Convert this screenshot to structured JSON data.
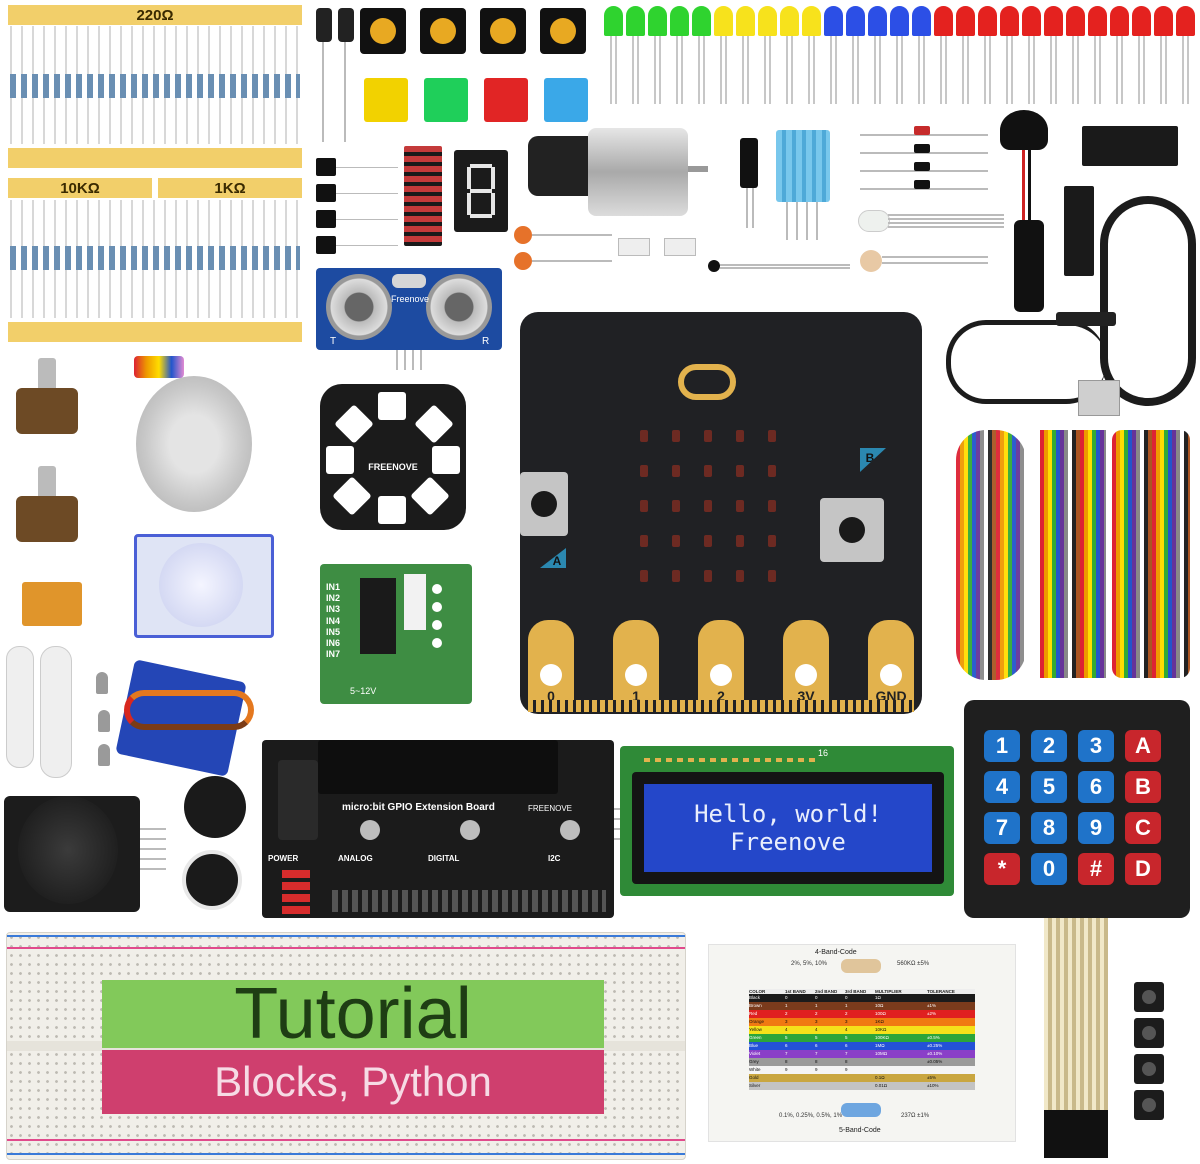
{
  "resistors": {
    "top_label": "220Ω",
    "left_label": "10KΩ",
    "right_label": "1KΩ"
  },
  "cap_colors": [
    "#f2d200",
    "#1fcf5a",
    "#e12525",
    "#3aa8e8"
  ],
  "led_colors": {
    "green": "#2fd32f",
    "yellow": "#f7e21c",
    "blue": "#2c4fe6",
    "red": "#e4221f"
  },
  "ultrasonic": {
    "brand": "Freenove",
    "pin_t": "T",
    "pin_r": "R"
  },
  "led_ring": {
    "brand": "FREENOVE"
  },
  "microbit": {
    "button_a": "A",
    "button_b": "B",
    "pins": [
      "0",
      "1",
      "2",
      "3V",
      "GND"
    ]
  },
  "stepper_driver": {
    "inputs": [
      "IN1",
      "IN2",
      "IN3",
      "IN4",
      "IN5",
      "IN6",
      "IN7"
    ],
    "voltage": "5~12V"
  },
  "extension_board": {
    "title": "micro:bit GPIO Extension Board",
    "brand": "FREENOVE",
    "groups": [
      "POWER",
      "ANALOG",
      "DIGITAL",
      "I2C"
    ]
  },
  "lcd": {
    "line1": "Hello, world!",
    "line2": "Freenove",
    "pin_count": "16"
  },
  "keypad": {
    "rows": [
      [
        "1",
        "2",
        "3",
        "A"
      ],
      [
        "4",
        "5",
        "6",
        "B"
      ],
      [
        "7",
        "8",
        "9",
        "C"
      ],
      [
        "*",
        "0",
        "#",
        "D"
      ]
    ]
  },
  "breadboard": {
    "tutorial_title": "Tutorial",
    "tutorial_subtitle": "Blocks, Python"
  },
  "color_code_card": {
    "top_title": "4-Band-Code",
    "bottom_title": "5-Band-Code",
    "example_top": "560KΩ ±5%",
    "example_bottom": "237Ω ±1%",
    "tolerances_top": "2%, 5%, 10%",
    "tolerances_bottom": "0.1%, 0.25%, 0.5%, 1%",
    "headers": [
      "COLOR",
      "1st BAND",
      "2nd BAND",
      "3rd BAND",
      "MULTIPLIER",
      "TOLERANCE"
    ],
    "colors": [
      {
        "name": "Black",
        "hex": "#1b1b1b",
        "digit": "0",
        "mult": "1Ω",
        "tol": ""
      },
      {
        "name": "Brown",
        "hex": "#7a3b1c",
        "digit": "1",
        "mult": "10Ω",
        "tol": "±1%"
      },
      {
        "name": "Red",
        "hex": "#e02020",
        "digit": "2",
        "mult": "100Ω",
        "tol": "±2%"
      },
      {
        "name": "Orange",
        "hex": "#f07a12",
        "digit": "3",
        "mult": "1KΩ",
        "tol": ""
      },
      {
        "name": "Yellow",
        "hex": "#f5e11a",
        "digit": "4",
        "mult": "10KΩ",
        "tol": ""
      },
      {
        "name": "Green",
        "hex": "#2ca53a",
        "digit": "5",
        "mult": "100KΩ",
        "tol": "±0.5%"
      },
      {
        "name": "Blue",
        "hex": "#2451d8",
        "digit": "6",
        "mult": "1MΩ",
        "tol": "±0.25%"
      },
      {
        "name": "Violet",
        "hex": "#8a3fc8",
        "digit": "7",
        "mult": "10MΩ",
        "tol": "±0.10%"
      },
      {
        "name": "Grey",
        "hex": "#9a9a9a",
        "digit": "8",
        "mult": "",
        "tol": "±0.05%"
      },
      {
        "name": "White",
        "hex": "#f4f4f4",
        "digit": "9",
        "mult": "",
        "tol": ""
      },
      {
        "name": "Gold",
        "hex": "#c9a640",
        "digit": "",
        "mult": "0.1Ω",
        "tol": "±5%"
      },
      {
        "name": "Silver",
        "hex": "#c3c3c3",
        "digit": "",
        "mult": "0.01Ω",
        "tol": "±10%"
      }
    ]
  }
}
